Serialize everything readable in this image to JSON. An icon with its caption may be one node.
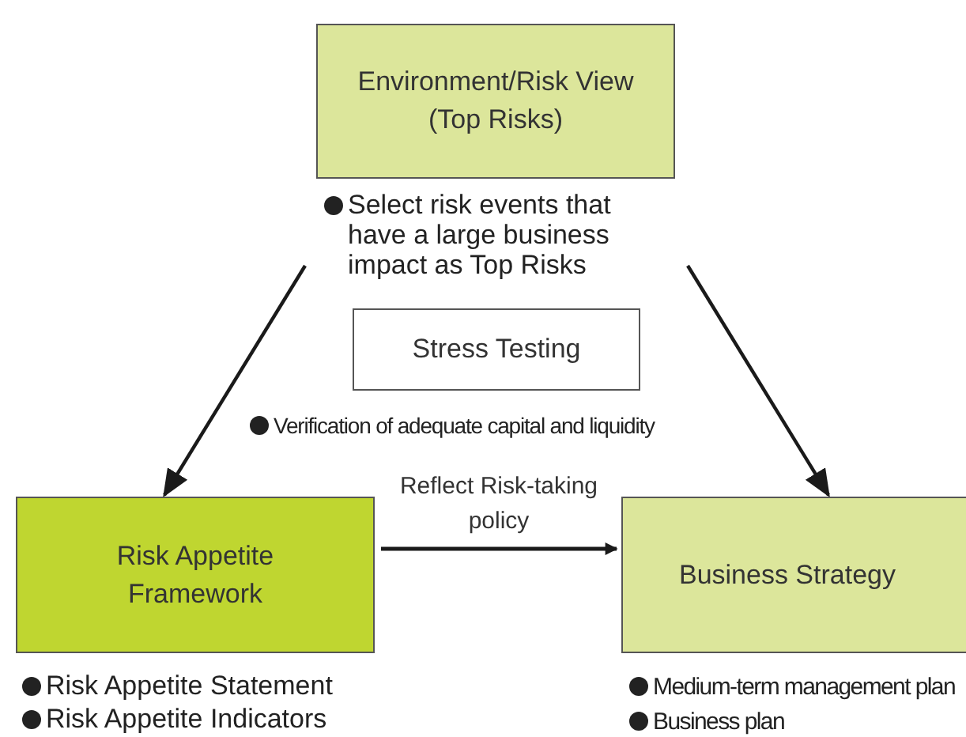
{
  "diagram": {
    "nodes": [
      {
        "text": [
          "Environment/Risk View (Top Risks)"
        ],
        "beside": [
          "Select risk events that have a large business impact as Top Risks"
        ]
      },
      {
        "text": [
          "Stress Testing"
        ],
        "beside": [
          "Verification of adequate capital and liquidity"
        ]
      },
      {
        "text": [
          "Risk Appetite Framework"
        ],
        "beside": [
          "Risk Appetite Statement",
          "Risk Appetite Indicators"
        ]
      },
      {
        "text": [
          "Business Strategy"
        ],
        "beside": [
          "Medium-term management plan",
          "Business plan"
        ]
      }
    ],
    "edges": [
      {
        "from": null,
        "to": 2,
        "arrow": "to"
      },
      {
        "from": null,
        "to": 3,
        "arrow": "to"
      },
      {
        "from": 2,
        "to": 3,
        "arrow": "to",
        "label": "Reflect Risk-taking policy"
      }
    ]
  }
}
